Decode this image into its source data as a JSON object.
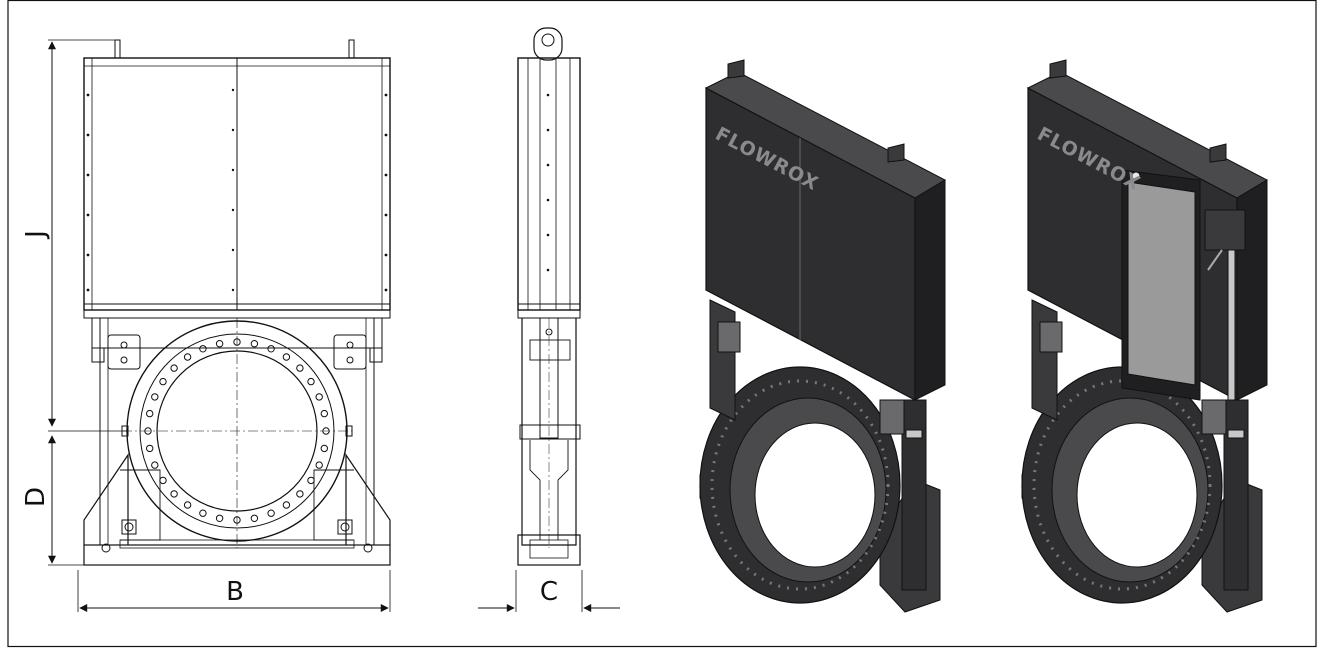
{
  "drawing": {
    "dimensions": {
      "height_top": "J",
      "height_bottom": "D",
      "width_front": "B",
      "width_side": "C"
    },
    "brand": "FLOWROX",
    "colors": {
      "line": "#111111",
      "body_dark": "#2e2e30",
      "body_mid": "#3a3a3c",
      "body_light": "#4a4a4c",
      "window": "#9a9a9a",
      "rod": "#c8c8c8"
    }
  }
}
